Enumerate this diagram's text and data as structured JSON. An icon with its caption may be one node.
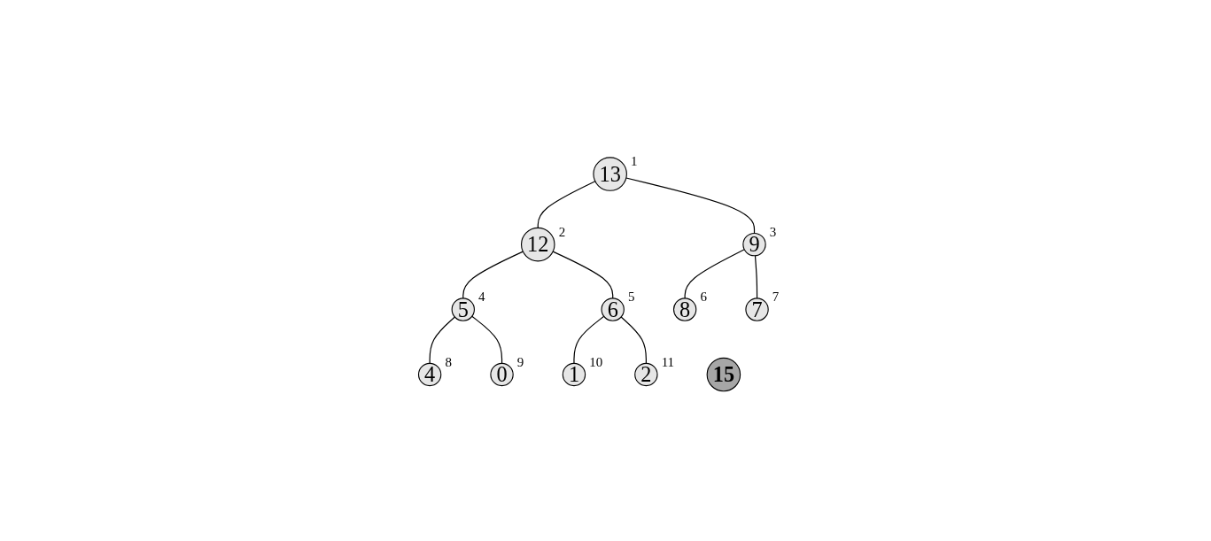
{
  "diagram": {
    "nodes": [
      {
        "text": [
          "13"
        ],
        "beside": [
          "1"
        ]
      },
      {
        "text": [
          "12"
        ],
        "beside": [
          "2"
        ]
      },
      {
        "text": [
          "9"
        ],
        "beside": [
          "3"
        ]
      },
      {
        "text": [
          "5"
        ],
        "beside": [
          "4"
        ]
      },
      {
        "text": [
          "6"
        ],
        "beside": [
          "5"
        ]
      },
      {
        "text": [
          "8"
        ],
        "beside": [
          "6"
        ]
      },
      {
        "text": [
          "7"
        ],
        "beside": [
          "7"
        ]
      },
      {
        "text": [
          "4"
        ],
        "beside": [
          "8"
        ]
      },
      {
        "text": [
          "0"
        ],
        "beside": [
          "9"
        ]
      },
      {
        "text": [
          "1"
        ],
        "beside": [
          "10"
        ]
      },
      {
        "text": [
          "2"
        ],
        "beside": [
          "11"
        ]
      },
      {
        "text": [
          "15"
        ]
      }
    ],
    "edges": [
      {
        "from": 0,
        "to": 1,
        "arrow": "none"
      },
      {
        "from": 0,
        "to": 2,
        "arrow": "none"
      },
      {
        "from": 1,
        "to": 3,
        "arrow": "none"
      },
      {
        "from": 1,
        "to": 4,
        "arrow": "none"
      },
      {
        "from": 2,
        "to": 5,
        "arrow": "none"
      },
      {
        "from": 2,
        "to": 6,
        "arrow": "none"
      },
      {
        "from": 3,
        "to": 7,
        "arrow": "none"
      },
      {
        "from": 3,
        "to": 8,
        "arrow": "none"
      },
      {
        "from": 4,
        "to": 9,
        "arrow": "none"
      },
      {
        "from": 4,
        "to": 10,
        "arrow": "none"
      }
    ]
  }
}
